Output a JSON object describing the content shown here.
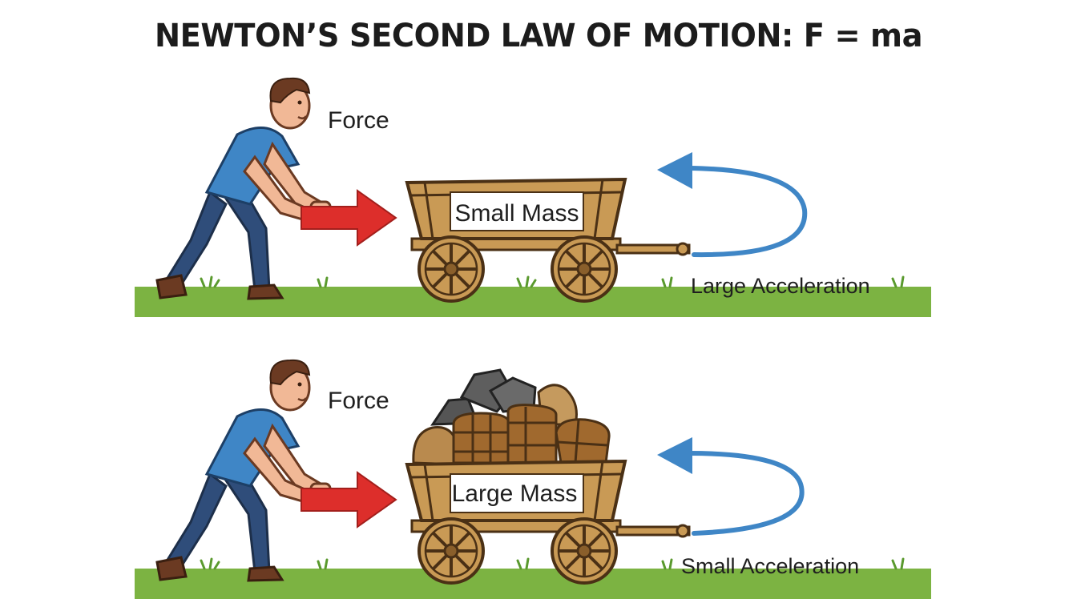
{
  "title": "NEWTON’S SECOND LAW OF MOTION: F = ma",
  "panels": [
    {
      "force_label": "Force",
      "mass_label": "Small Mass",
      "acceleration_label": "Large Acceleration",
      "loaded": false
    },
    {
      "force_label": "Force",
      "mass_label": "Large Mass",
      "acceleration_label": "Small Acceleration",
      "loaded": true
    }
  ],
  "colors": {
    "force_arrow": "#dd2e2b",
    "acceleration_arrow": "#3f86c6",
    "grass": "#7cb342",
    "wood": "#c99a55",
    "wood_outline": "#4a3015",
    "shirt": "#3f86c6",
    "pants": "#2f4d7a"
  }
}
